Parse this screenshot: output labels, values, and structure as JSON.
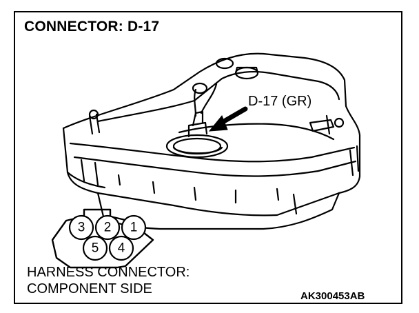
{
  "title": "CONNECTOR: D-17",
  "callout_label": "D-17 (GR)",
  "caption": {
    "line1": "HARNESS CONNECTOR:",
    "line2": "COMPONENT SIDE"
  },
  "figure_code": "AK300453AB",
  "connector": {
    "pins_top": [
      "3",
      "2",
      "1"
    ],
    "pins_bottom": [
      "5",
      "4"
    ]
  }
}
